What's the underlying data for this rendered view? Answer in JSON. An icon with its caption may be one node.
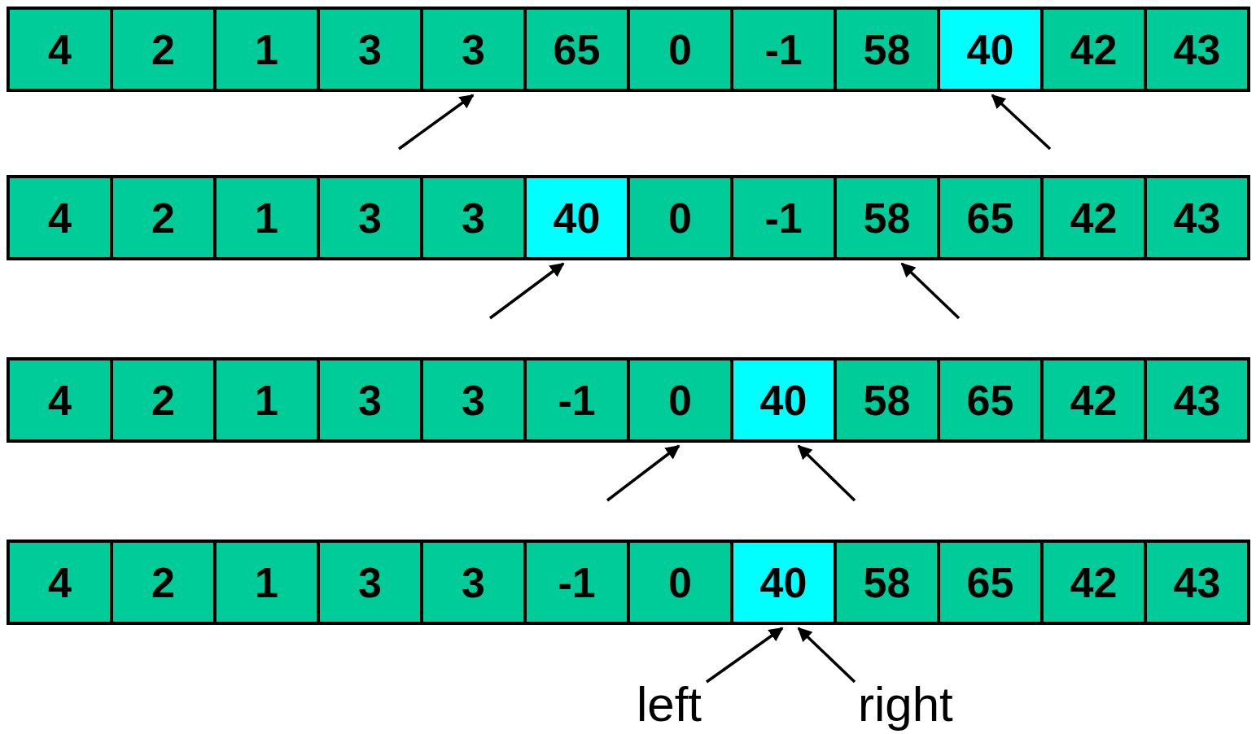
{
  "diagram": {
    "nodes": [
      {
        "text": [
          "4"
        ]
      },
      {
        "text": [
          "2"
        ]
      },
      {
        "text": [
          "1"
        ]
      },
      {
        "text": [
          "3"
        ]
      },
      {
        "text": [
          "3"
        ]
      },
      {
        "text": [
          "65"
        ]
      },
      {
        "text": [
          "0"
        ]
      },
      {
        "text": [
          "-1"
        ]
      },
      {
        "text": [
          "58"
        ]
      },
      {
        "text": [
          "40"
        ]
      },
      {
        "text": [
          "42"
        ]
      },
      {
        "text": [
          "43"
        ]
      },
      {
        "text": [
          "4"
        ]
      },
      {
        "text": [
          "2"
        ]
      },
      {
        "text": [
          "1"
        ]
      },
      {
        "text": [
          "3"
        ]
      },
      {
        "text": [
          "3"
        ]
      },
      {
        "text": [
          "40"
        ]
      },
      {
        "text": [
          "0"
        ]
      },
      {
        "text": [
          "-1"
        ]
      },
      {
        "text": [
          "58"
        ]
      },
      {
        "text": [
          "65"
        ]
      },
      {
        "text": [
          "42"
        ]
      },
      {
        "text": [
          "43"
        ]
      },
      {
        "text": [
          "4"
        ]
      },
      {
        "text": [
          "2"
        ]
      },
      {
        "text": [
          "1"
        ]
      },
      {
        "text": [
          "3"
        ]
      },
      {
        "text": [
          "3"
        ]
      },
      {
        "text": [
          "-1"
        ]
      },
      {
        "text": [
          "0"
        ]
      },
      {
        "text": [
          "40"
        ]
      },
      {
        "text": [
          "58"
        ]
      },
      {
        "text": [
          "65"
        ]
      },
      {
        "text": [
          "42"
        ]
      },
      {
        "text": [
          "43"
        ]
      },
      {
        "text": [
          "4"
        ]
      },
      {
        "text": [
          "2"
        ]
      },
      {
        "text": [
          "1"
        ]
      },
      {
        "text": [
          "3"
        ]
      },
      {
        "text": [
          "3"
        ]
      },
      {
        "text": [
          "-1"
        ]
      },
      {
        "text": [
          "0"
        ]
      },
      {
        "text": [
          "40"
        ]
      },
      {
        "text": [
          "58"
        ]
      },
      {
        "text": [
          "65"
        ]
      },
      {
        "text": [
          "42"
        ]
      },
      {
        "text": [
          "43"
        ]
      },
      {
        "text": [
          "left"
        ]
      },
      {
        "text": [
          "right"
        ]
      }
    ],
    "edges": [
      {
        "from": null,
        "to": 4,
        "arrow": "to"
      },
      {
        "from": null,
        "to": 9,
        "arrow": "to"
      },
      {
        "from": null,
        "to": 17,
        "arrow": "to"
      },
      {
        "from": null,
        "to": 20,
        "arrow": "to"
      },
      {
        "from": null,
        "to": 30,
        "arrow": "to"
      },
      {
        "from": null,
        "to": 31,
        "arrow": "to"
      },
      {
        "from": 48,
        "to": 43,
        "arrow": "to"
      },
      {
        "from": 49,
        "to": 43,
        "arrow": "to"
      }
    ]
  }
}
